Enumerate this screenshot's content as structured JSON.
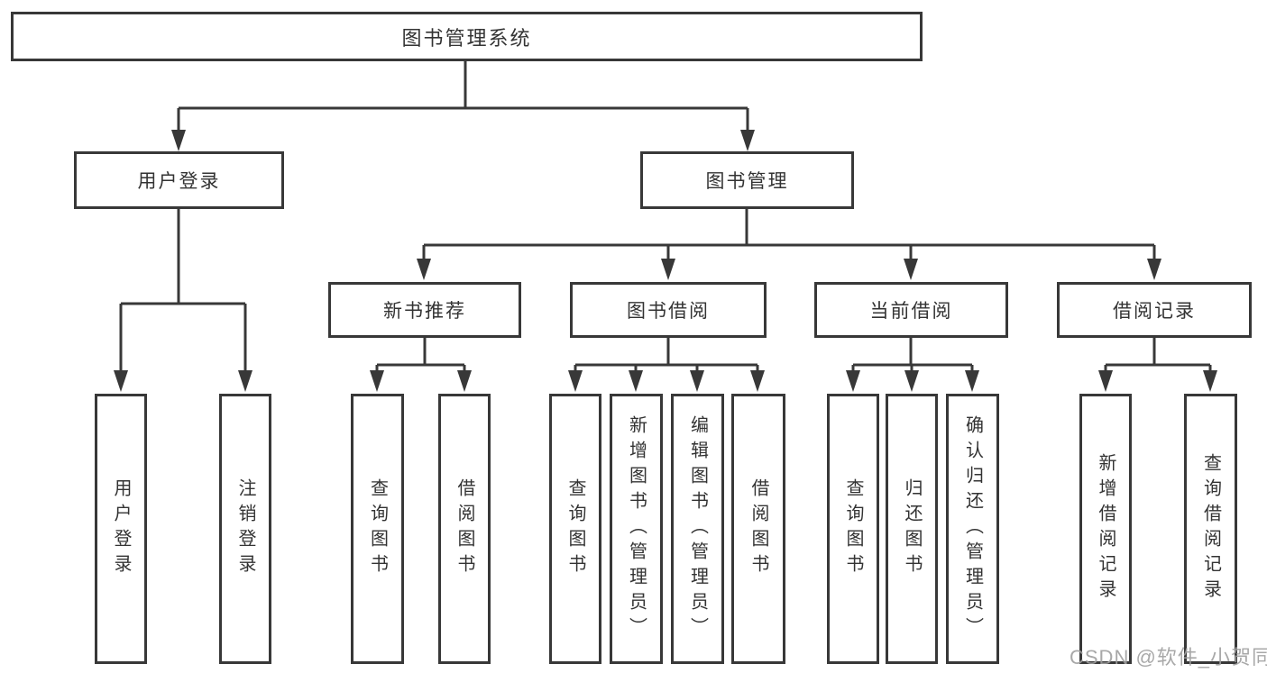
{
  "watermark": "CSDN @软件_小贺同学",
  "colors": {
    "line": "#383838",
    "text": "#333333",
    "box_background": "#ffffff",
    "page_background": "#ffffff",
    "watermark": "#9e9e9e"
  },
  "tree": {
    "label": "图书管理系统",
    "children": [
      {
        "label": "用户登录",
        "children": [
          {
            "label": "用户登录"
          },
          {
            "label": "注销登录"
          }
        ]
      },
      {
        "label": "图书管理",
        "children": [
          {
            "label": "新书推荐",
            "children": [
              {
                "label": "查询图书"
              },
              {
                "label": "借阅图书"
              }
            ]
          },
          {
            "label": "图书借阅",
            "children": [
              {
                "label": "查询图书"
              },
              {
                "label": "新增图书（管理员）"
              },
              {
                "label": "编辑图书（管理员）"
              },
              {
                "label": "借阅图书"
              }
            ]
          },
          {
            "label": "当前借阅",
            "children": [
              {
                "label": "查询图书"
              },
              {
                "label": "归还图书"
              },
              {
                "label": "确认归还（管理员）"
              }
            ]
          },
          {
            "label": "借阅记录",
            "children": [
              {
                "label": "新增借阅记录"
              },
              {
                "label": "查询借阅记录"
              }
            ]
          }
        ]
      }
    ]
  }
}
